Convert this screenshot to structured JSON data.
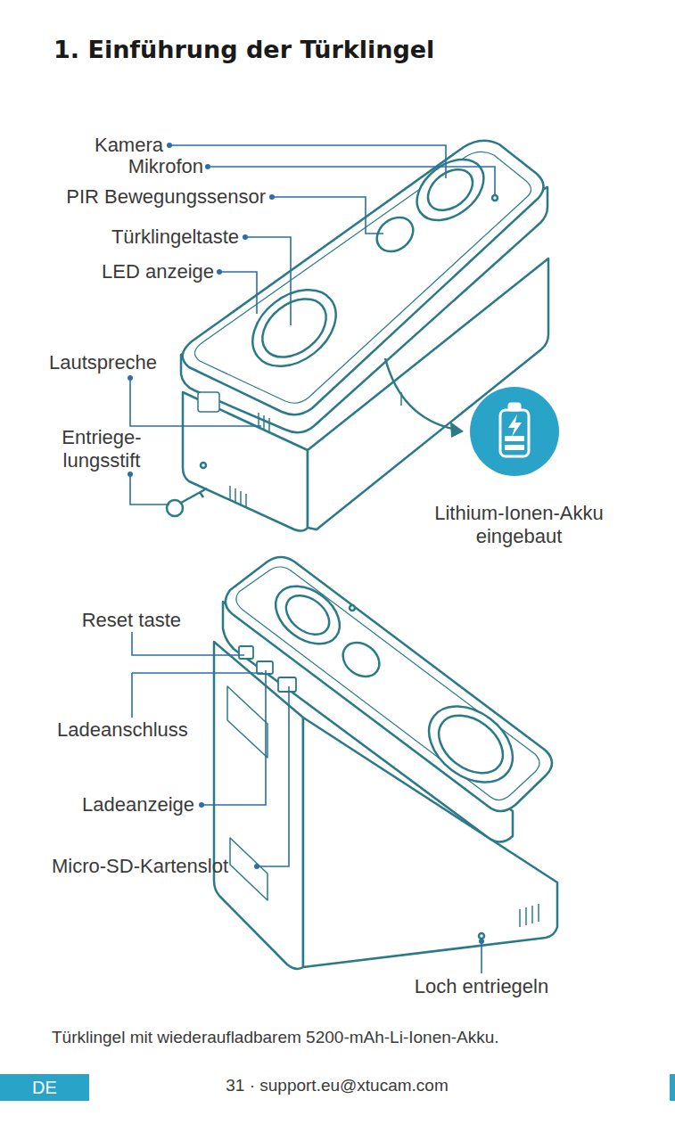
{
  "diagram": {
    "title": "1. Einführung der Türklingel",
    "caption": "Türklingel mit wiederaufladbarem 5200-mAh-Li-Ionen-Akku.",
    "nodes": [
      {
        "text": [
          "DE"
        ]
      }
    ],
    "labels": [
      "Kamera",
      "Mikrofon",
      "PIR Bewegungssensor",
      "Türklingeltaste",
      "LED anzeige",
      "Lautspreche",
      "Entriege- lungsstift",
      "Lithium-Ionen-Akku eingebaut",
      "Reset taste",
      "Ladeanschluss",
      "Ladeanzeige",
      "Micro-SD-Kartenslot",
      "Loch entriegeln",
      "31 · support.eu@xtucam.com"
    ]
  }
}
